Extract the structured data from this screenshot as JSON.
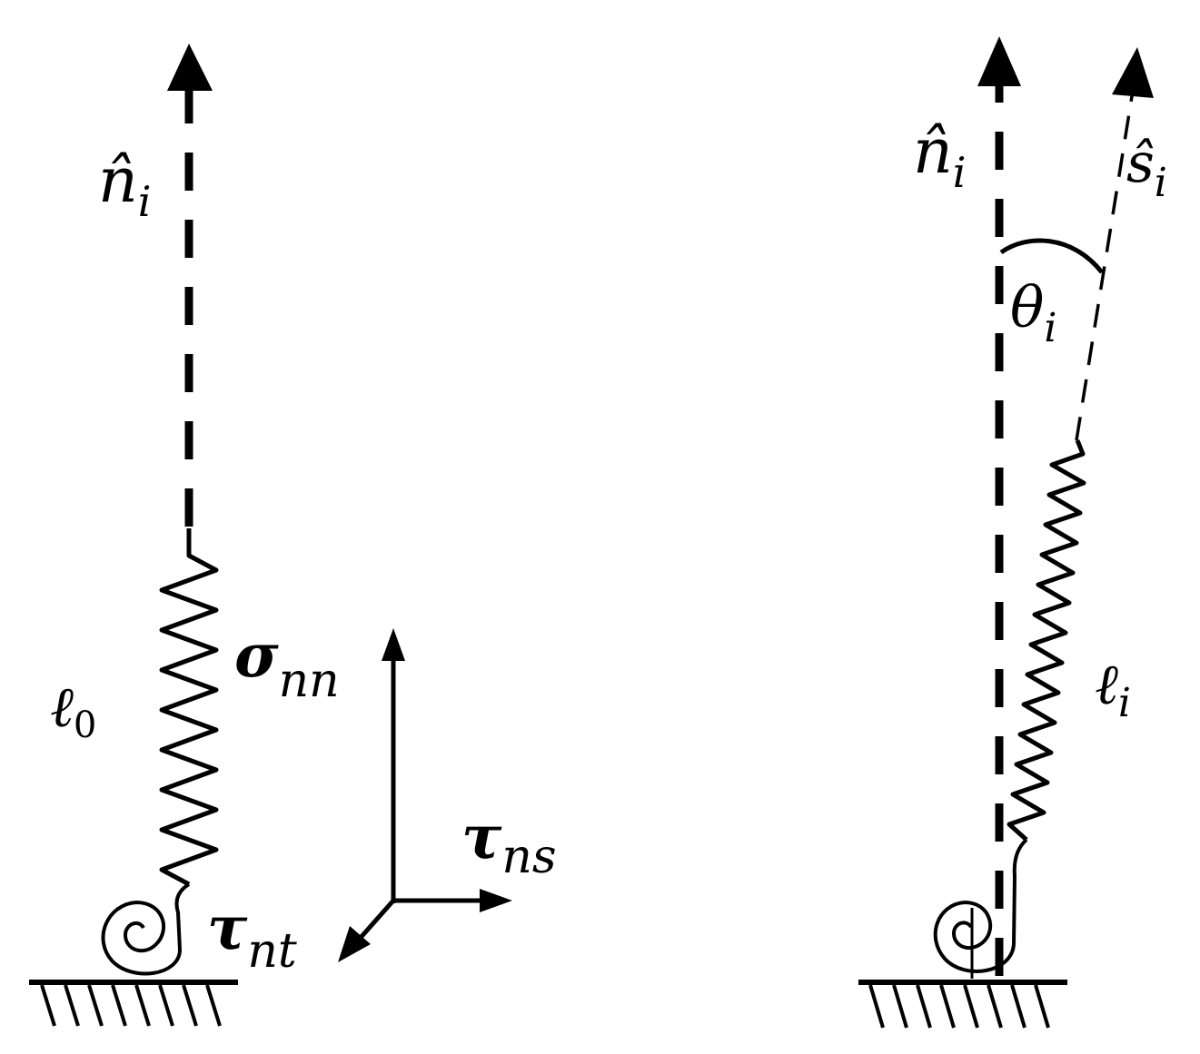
{
  "left_panel": {
    "normal_symbol": "n̂",
    "normal_subscript": "i",
    "rest_length_symbol": "ℓ",
    "rest_length_subscript": "0",
    "sigma_symbol": "σ",
    "sigma_subscript": "nn",
    "tau_ns_symbol": "τ",
    "tau_ns_subscript": "ns",
    "tau_nt_symbol": "τ",
    "tau_nt_subscript": "nt"
  },
  "right_panel": {
    "normal_symbol": "n̂",
    "normal_subscript": "i",
    "spring_dir_symbol": "ŝ",
    "spring_dir_subscript": "i",
    "angle_symbol": "θ",
    "angle_subscript": "i",
    "length_symbol": "ℓ",
    "length_subscript": "i"
  },
  "colors": {
    "ink": "#000000",
    "background": "#ffffff"
  }
}
